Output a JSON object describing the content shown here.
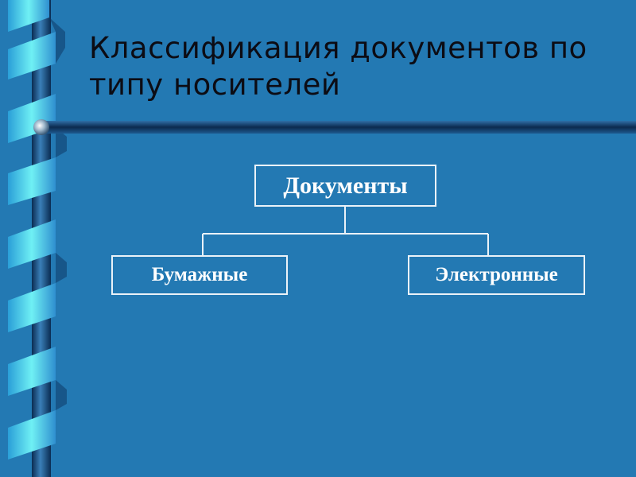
{
  "slide": {
    "title": "Классификация документов по типу носителей"
  },
  "diagram": {
    "root": {
      "label": "Документы"
    },
    "children": [
      {
        "label": "Бумажные"
      },
      {
        "label": "Электронные"
      }
    ]
  },
  "colors": {
    "background": "#2379b3",
    "ribbon_light": "#66ecf2",
    "ribbon_dark": "#0f3a66",
    "title_text": "#0c0c14",
    "node_border": "#eaf2f8",
    "node_text": "#ffffff"
  }
}
